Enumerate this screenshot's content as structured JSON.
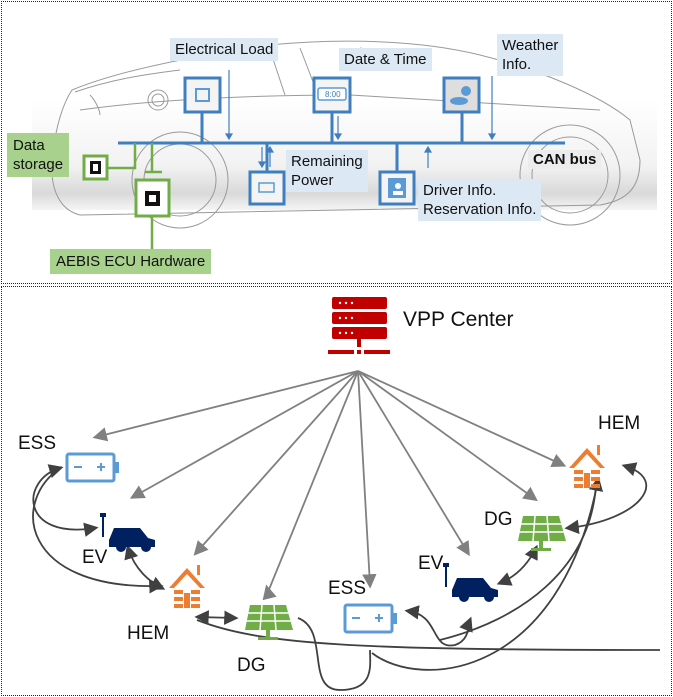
{
  "top_panel": {
    "labels": {
      "electrical_load": "Electrical Load",
      "date_time": "Date & Time",
      "weather_info": "Weather\nInfo.",
      "data_storage": "Data\nstorage",
      "remaining_power": "Remaining\nPower",
      "can_bus": "CAN bus",
      "driver_info": "Driver Info.\nReservation Info.",
      "aebis_ecu": "AEBIS ECU Hardware",
      "clock_display": "8:00"
    },
    "colors": {
      "bus_blue": "#3f7fbf",
      "label_blue_bg": "#dce8f4",
      "ecu_green": "#70ad47",
      "label_green_bg": "#a9d18e"
    }
  },
  "bottom_panel": {
    "center_label": "VPP Center",
    "nodes": [
      {
        "id": "ess-left",
        "label": "ESS",
        "type": "battery"
      },
      {
        "id": "ev-left",
        "label": "EV",
        "type": "car"
      },
      {
        "id": "hem-left",
        "label": "HEM",
        "type": "house"
      },
      {
        "id": "dg-left",
        "label": "DG",
        "type": "solar"
      },
      {
        "id": "ess-mid",
        "label": "ESS",
        "type": "battery"
      },
      {
        "id": "ev-right",
        "label": "EV",
        "type": "car"
      },
      {
        "id": "dg-right",
        "label": "DG",
        "type": "solar"
      },
      {
        "id": "hem-right",
        "label": "HEM",
        "type": "house"
      }
    ],
    "colors": {
      "server_red": "#c00000",
      "house_orange": "#ed7d31",
      "solar_green": "#70ad47",
      "battery_blue": "#5b9bd5",
      "car_navy": "#002060",
      "arrow_gray": "#808080",
      "link_dark": "#404040"
    }
  }
}
